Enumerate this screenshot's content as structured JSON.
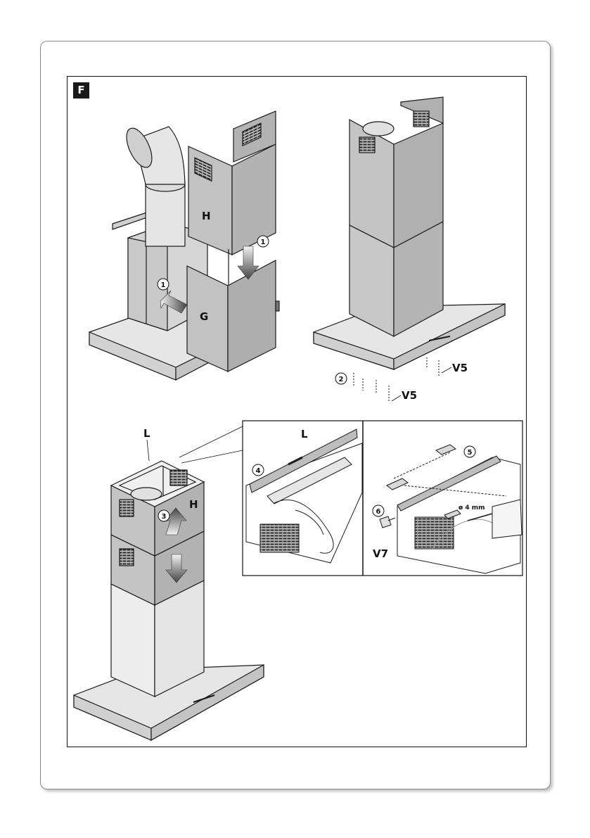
{
  "figure_label": "F",
  "labels": {
    "H": "H",
    "G": "G",
    "L": "L",
    "V5": "V5",
    "V7": "V7",
    "drill_size": "ø 4 mm"
  },
  "steps": {
    "s1": "1",
    "s2": "2",
    "s3": "3",
    "s4": "4",
    "s5": "5",
    "s6": "6"
  },
  "colors": {
    "panel": "#bdbdbd",
    "panel_dark": "#a8a8a8",
    "panel_light": "#d9d9d9",
    "line": "#1a1a1a",
    "arrow": "#555555"
  }
}
